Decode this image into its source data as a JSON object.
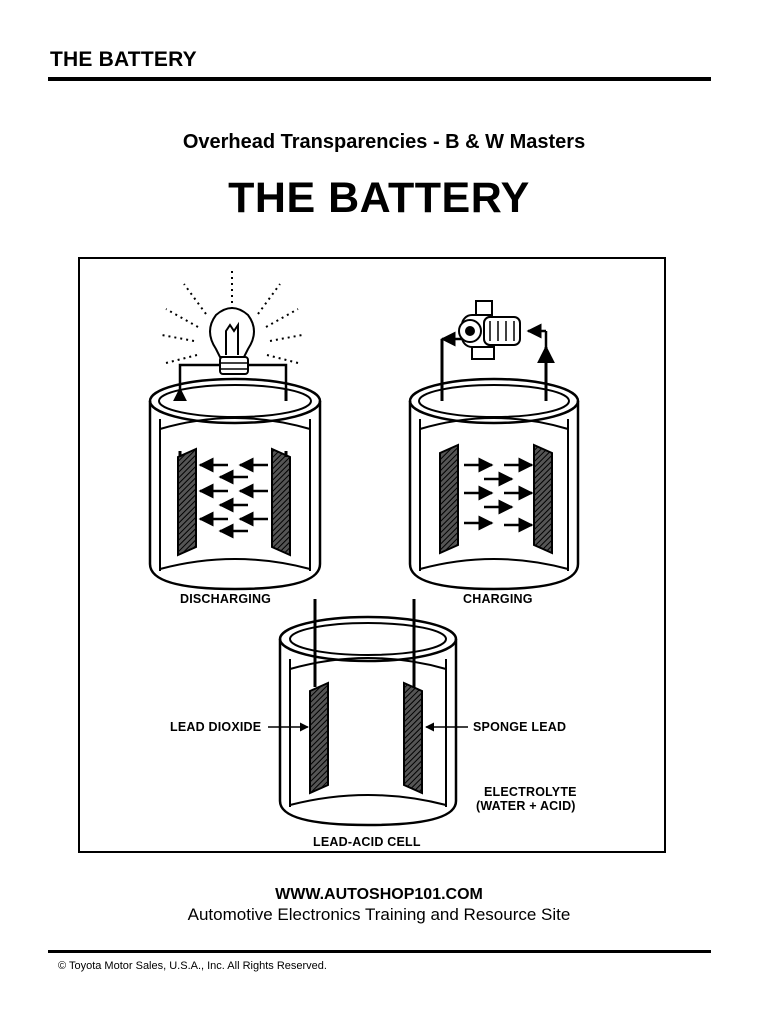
{
  "header": {
    "title": "THE BATTERY"
  },
  "subtitle": "Overhead Transparencies - B & W Masters",
  "title": "THE BATTERY",
  "figure": {
    "labels": {
      "discharging": "DISCHARGING",
      "charging": "CHARGING",
      "lead_dioxide": "LEAD DIOXIDE",
      "sponge_lead": "SPONGE LEAD",
      "electrolyte_line1": "ELECTROLYTE",
      "electrolyte_line2": "(WATER + ACID)",
      "lead_acid_cell": "LEAD-ACID CELL"
    }
  },
  "footer": {
    "url": "WWW.AUTOSHOP101.COM",
    "tagline": "Automotive Electronics Training and Resource Site",
    "copyright": "© Toyota Motor Sales, U.S.A., Inc. All Rights Reserved."
  }
}
